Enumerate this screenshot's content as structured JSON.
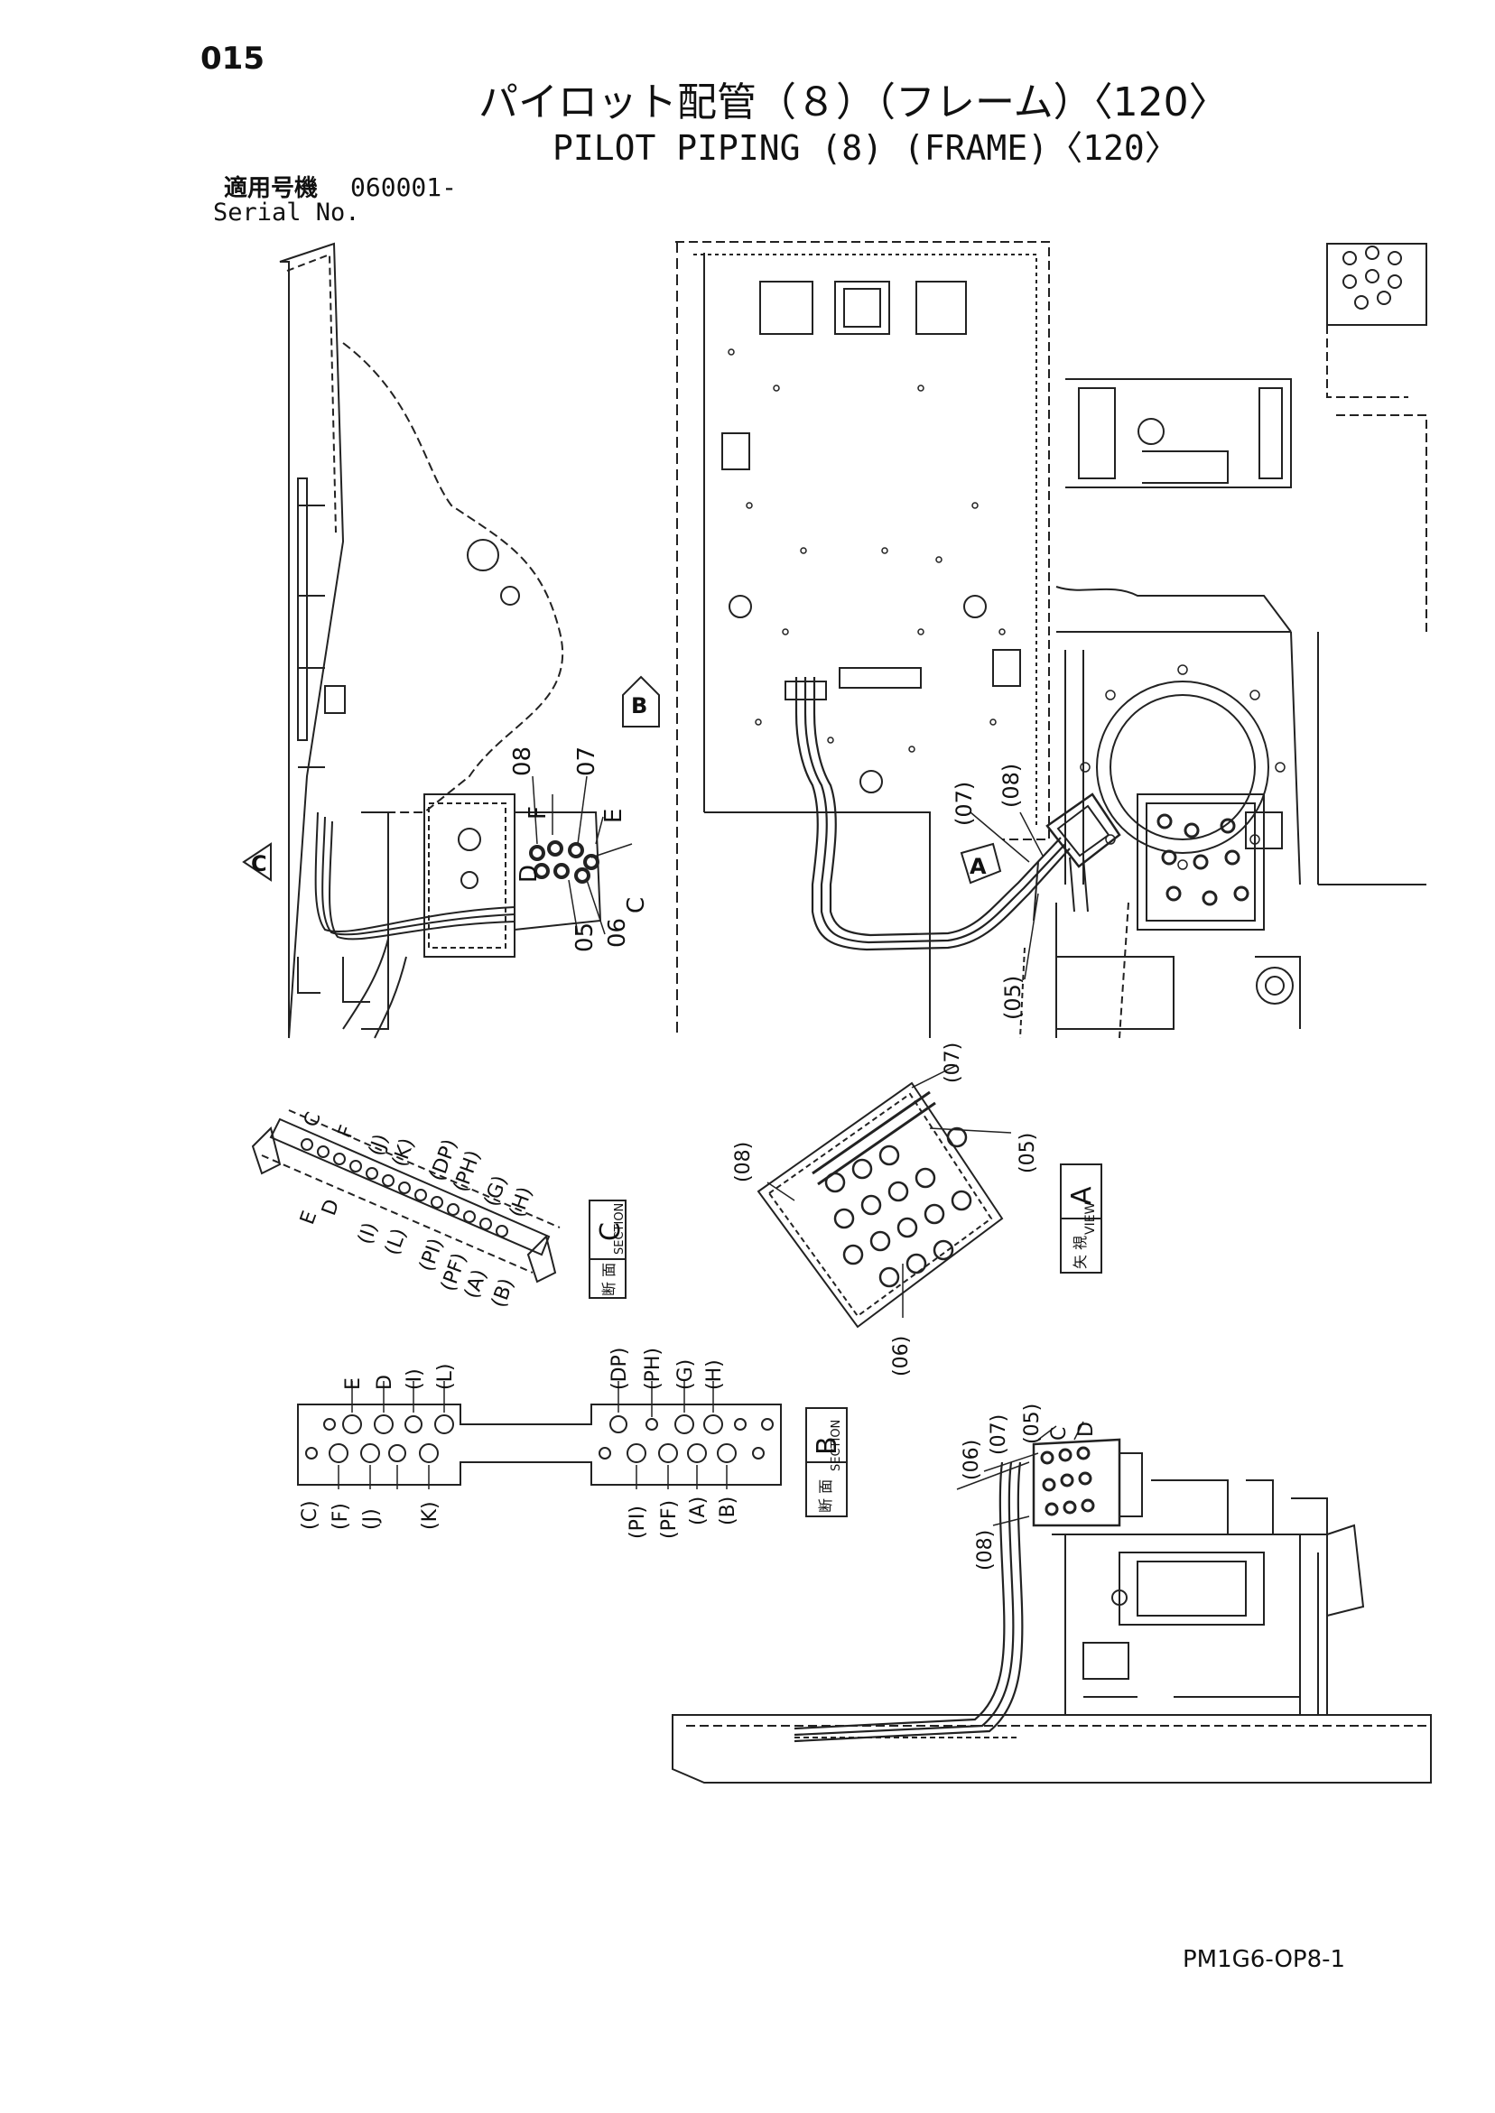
{
  "page_number": "015",
  "title_jp": "パイロット配管（８）（フレーム）〈120〉",
  "title_en": "PILOT PIPING (8) (FRAME)〈120〉",
  "serial": {
    "label_jp": "適用号機",
    "value": "060001-",
    "label_en": "Serial No."
  },
  "callouts": {
    "main_left": [
      "08",
      "07",
      "F",
      "E",
      "C",
      "06",
      "05",
      "D"
    ],
    "main_right": [
      "(07)",
      "(08)",
      "(05)"
    ],
    "view_markers": [
      "A",
      "B",
      "C"
    ]
  },
  "section_c": {
    "title_jp": "断 面",
    "title_en": "SECTION",
    "letter": "C",
    "labels": [
      "C",
      "F",
      "(J)",
      "(K)",
      "(DP)",
      "(PH)",
      "(G)",
      "(H)",
      "E",
      "D",
      "(I)",
      "(L)",
      "(PI)",
      "(PF)",
      "(A)",
      "(B)"
    ]
  },
  "view_a": {
    "title_jp": "矢 視",
    "title_en": "VIEW",
    "letter": "A",
    "labels": [
      "(07)",
      "(05)",
      "(08)",
      "(06)"
    ]
  },
  "section_b": {
    "title_jp": "断 面",
    "title_en": "SECTION",
    "letter": "B",
    "top_labels": [
      "E",
      "D",
      "(I)",
      "(L)",
      "(DP)",
      "(PH)",
      "(G)",
      "(H)"
    ],
    "bottom_labels": [
      "(C)",
      "(F)",
      "(J)",
      "(K)",
      "(PI)",
      "(PF)",
      "(A)",
      "(B)"
    ]
  },
  "detail_side": {
    "labels": [
      "(06)",
      "(07)",
      "(05)",
      "C",
      "D",
      "(08)"
    ]
  },
  "doc_code": "PM1G6-OP8-1"
}
